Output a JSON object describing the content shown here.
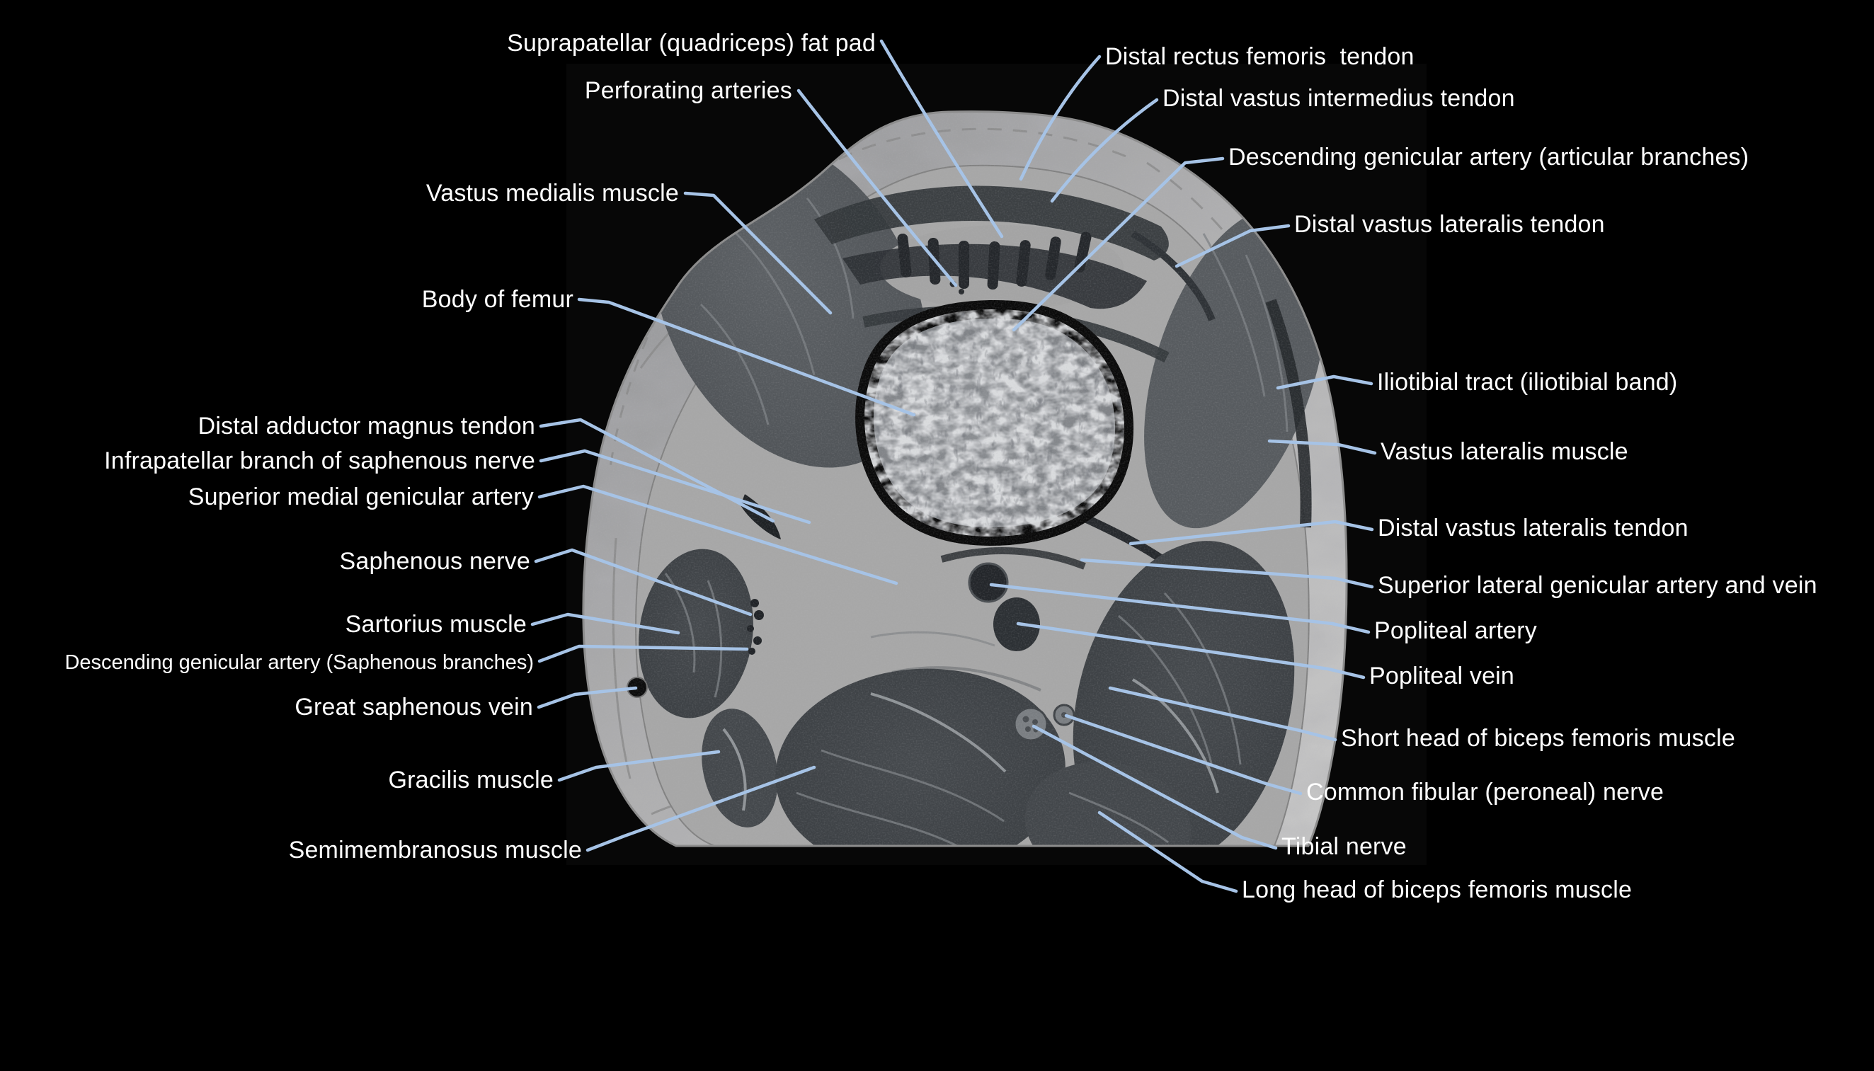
{
  "colors": {
    "background": "#000000",
    "label_text": "#ffffff",
    "leader_line": "#a6c3e6"
  },
  "labels": {
    "suprapatellar_fat_pad": "Suprapatellar (quadriceps) fat pad",
    "perforating_arteries": "Perforating arteries",
    "vastus_medialis": "Vastus medialis muscle",
    "body_of_femur": "Body of femur",
    "distal_adductor_magnus": "Distal adductor magnus tendon",
    "infrapatellar_branch": "Infrapatellar branch of saphenous nerve",
    "superior_medial_genicular": "Superior medial genicular artery",
    "saphenous_nerve": "Saphenous nerve",
    "sartorius": "Sartorius muscle",
    "descending_genicular_saphenous": "Descending genicular artery (Saphenous branches)",
    "great_saphenous_vein": "Great saphenous vein",
    "gracilis": "Gracilis muscle",
    "semimembranosus": "Semimembranosus muscle",
    "distal_rectus_femoris": "Distal rectus femoris  tendon",
    "distal_vastus_intermedius": "Distal vastus intermedius tendon",
    "descending_genicular_articular": "Descending genicular artery (articular branches)",
    "distal_vastus_lateralis_upper": "Distal vastus lateralis tendon",
    "iliotibial_tract": "Iliotibial tract (iliotibial band)",
    "vastus_lateralis": "Vastus lateralis muscle",
    "distal_vastus_lateralis_lower": "Distal vastus lateralis tendon",
    "superior_lateral_genicular": "Superior lateral genicular artery and vein",
    "popliteal_artery": "Popliteal artery",
    "popliteal_vein": "Popliteal vein",
    "short_head_biceps": "Short head of biceps femoris muscle",
    "common_fibular": "Common fibular (peroneal) nerve",
    "tibial_nerve": "Tibial nerve",
    "long_head_biceps": "Long head of biceps femoris muscle"
  }
}
